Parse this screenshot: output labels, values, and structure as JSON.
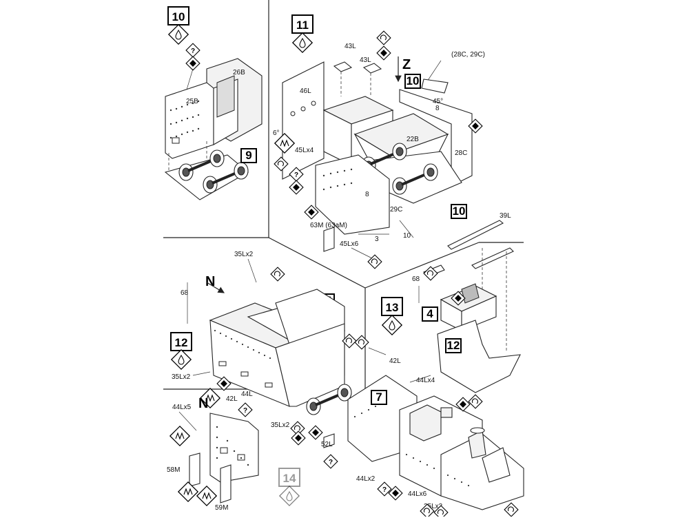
{
  "steps": [
    {
      "number": "10",
      "faded": false
    },
    {
      "number": "11",
      "faded": false
    },
    {
      "number": "12",
      "faded": false
    },
    {
      "number": "13",
      "faded": false
    },
    {
      "number": "14",
      "faded": true
    }
  ],
  "callouts": {
    "step10_part9": "9",
    "step11_part10": "10",
    "step11_z_ref": "10",
    "step12_part11": "11",
    "step13_part4": "4",
    "step13_part12": "12",
    "step14_part7": "7"
  },
  "part_labels": {
    "p25B": "25B",
    "p26B": "26B",
    "p43L_a": "43L",
    "p43L_b": "43L",
    "p46L": "46L",
    "p22B": "22B",
    "p28C": "28C",
    "p29C": "29C",
    "p45Lx4": "45Lx4",
    "p45Lx6": "45Lx6",
    "p63M": "63M (63aM)",
    "p28C29C": "(28C, 29C)",
    "p35Lx2_a": "35Lx2",
    "p35Lx2_b": "35Lx2",
    "p35Lx2_c": "35Lx2",
    "p42L_a": "42L",
    "p42L_b": "42L",
    "p44L": "44L",
    "p39L": "39L",
    "p44Lx4": "44Lx4",
    "p44Lx5": "44Lx5",
    "p52L": "52L",
    "p58M": "58M",
    "p59M": "59M",
    "p44Lx2": "44Lx2",
    "p44Lx6": "44Lx6",
    "p35Lx3": "35Lx3"
  },
  "dimensions": {
    "angle6": "6°",
    "angle45": "45°",
    "d8a": "8",
    "d8b": "8",
    "d3": "3",
    "d10": "10",
    "d68a": "68",
    "d68b": "68"
  },
  "view_markers": {
    "z": "Z",
    "n1": "N",
    "n2": "N"
  },
  "icons": [
    "glue-drop-icon",
    "question-icon",
    "fold-icon",
    "cut-icon",
    "score-icon",
    "curl-icon"
  ]
}
